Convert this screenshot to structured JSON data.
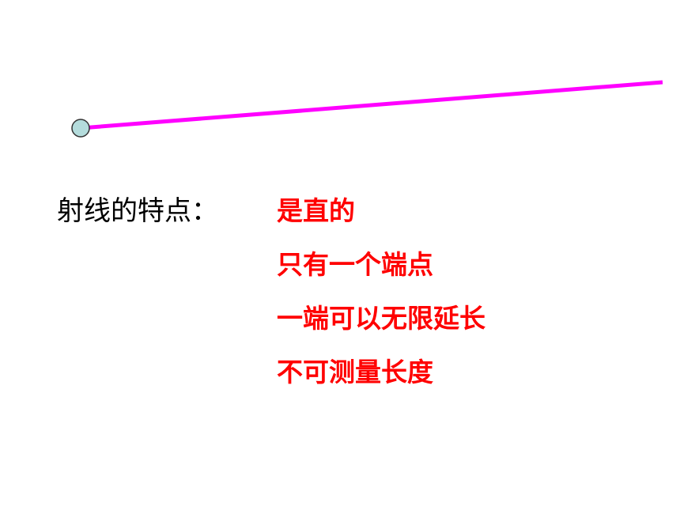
{
  "colors": {
    "background": "#ffffff",
    "ray": "#ff00ff",
    "endpoint_fill": "#b4dcdc",
    "endpoint_stroke": "#333333",
    "label": "#000000",
    "feature_text": "#ff0000"
  },
  "heading": {
    "label": "射线的特点："
  },
  "features": [
    "是直的",
    "只有一个端点",
    "一端可以无限延长",
    "不可测量长度"
  ]
}
